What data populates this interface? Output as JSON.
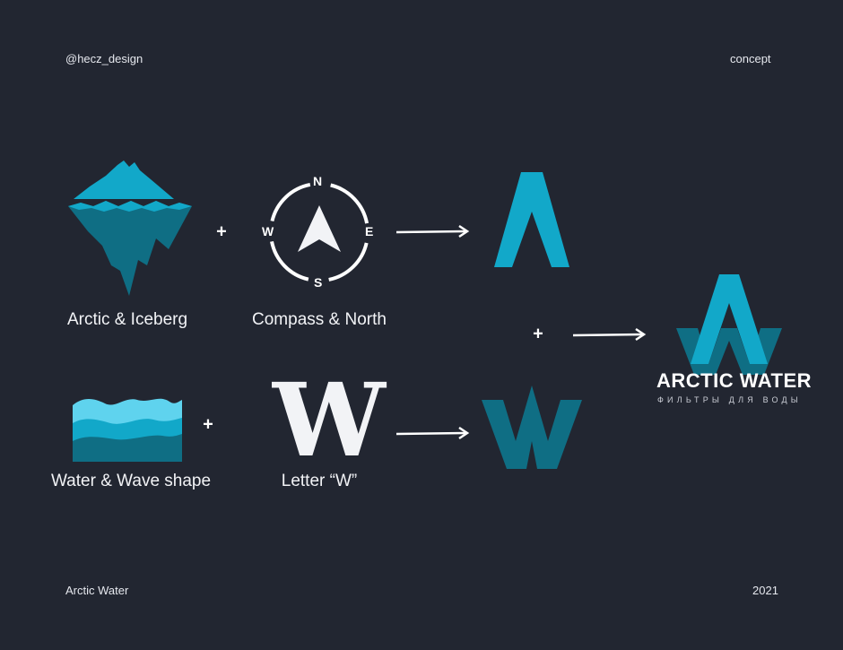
{
  "header": {
    "handle": "@hecz_design",
    "tag": "concept"
  },
  "footer": {
    "project": "Arctic Water",
    "year": "2021"
  },
  "concepts": {
    "arctic": "Arctic & Iceberg",
    "compass": "Compass & North",
    "water": "Water & Wave shape",
    "letter": "Letter “W”"
  },
  "compass_letters": {
    "n": "N",
    "s": "S",
    "e": "E",
    "w": "W"
  },
  "letter_glyph": "W",
  "plus_sign": "+",
  "logo": {
    "title": "ARCTIC WATER",
    "subtitle": "ФИЛЬТРЫ ДЛЯ ВОДЫ"
  },
  "colors": {
    "background": "#222631",
    "accent_light": "#12a8c9",
    "accent_dark": "#0f6e84",
    "ice_highlight": "#5fd3ee"
  }
}
